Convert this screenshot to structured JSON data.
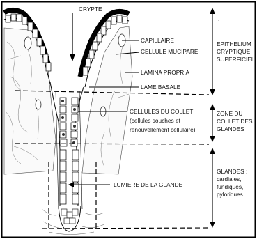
{
  "labels": {
    "crypte": "CRYPTE",
    "capillaire": "CAPILLAIRE",
    "cellule_mucipare": "CELLULE MUCIPARE",
    "lamina_propria": "LAMINA PROPRIA",
    "lame_basale": "LAME BASALE",
    "cellules_du_collet": "CELLULES DU COLLET",
    "cellules_du_collet_detail_1": "(cellules souches et",
    "cellules_du_collet_detail_2": "renouvellement cellulaire)",
    "lumiere": "LUMIERE DE LA GLANDE"
  },
  "zones": {
    "epithelium": [
      "EPITHELIUM",
      "CRYPTIQUE",
      "SUPERFICIEL"
    ],
    "collet": [
      "ZONE DU",
      "COLLET DES",
      "GLANDES"
    ],
    "glandes": [
      "GLANDES :",
      "cardiales,",
      "fundiques,",
      "pyloriques"
    ]
  },
  "dot": "."
}
